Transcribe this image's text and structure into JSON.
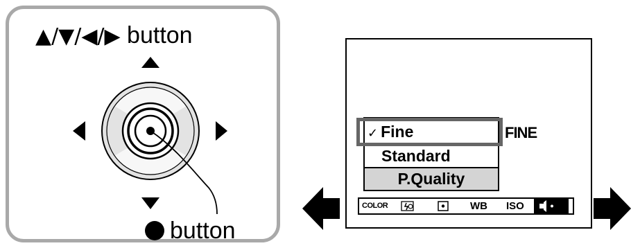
{
  "left_panel": {
    "title_arrows": "▲/▼/◀/▶",
    "title_text": " button",
    "bullet_text": "button"
  },
  "screen": {
    "menu_items": {
      "selected_check": "✓",
      "fine": "Fine",
      "standard": "Standard",
      "pquality": "P.Quality"
    },
    "current_value": "FINE",
    "toolbar": {
      "color": "COLOR",
      "wb": "WB",
      "iso": "ISO",
      "chevron": "›"
    }
  },
  "icons": [
    "dpad-icon",
    "flash-icon",
    "spot-metering-icon",
    "quality-icon",
    "arrow-left-icon",
    "arrow-right-icon"
  ]
}
